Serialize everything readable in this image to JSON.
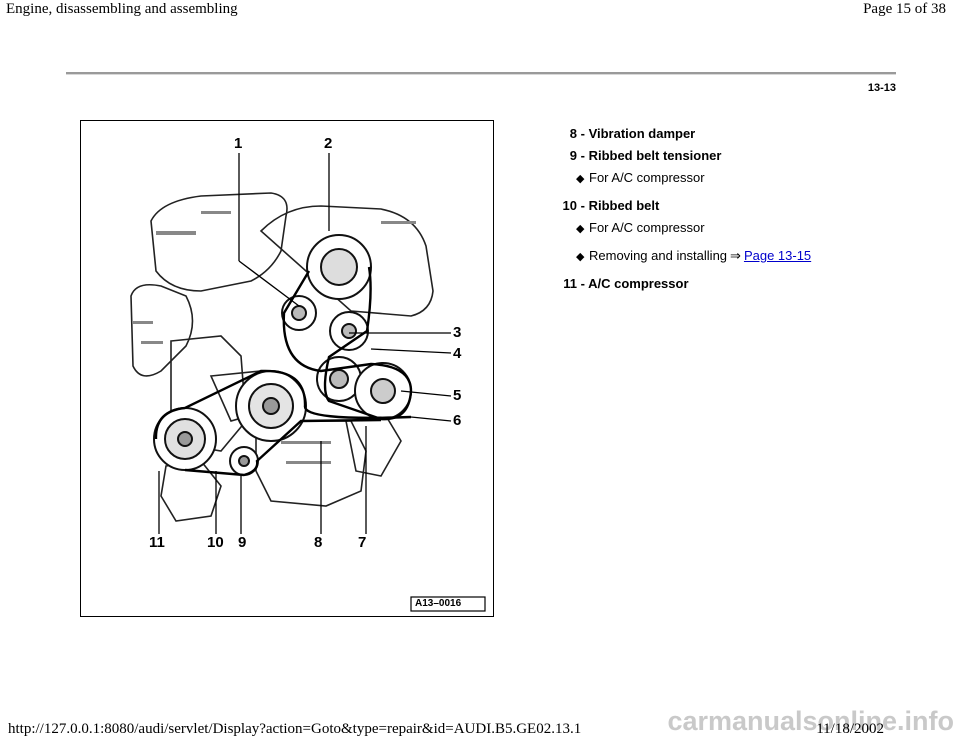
{
  "header": {
    "title": "Engine, disassembling and assembling",
    "page": "Page 15 of 38"
  },
  "section_number": "13-13",
  "figure": {
    "callouts": [
      "1",
      "2",
      "3",
      "4",
      "5",
      "6",
      "7",
      "8",
      "9",
      "10",
      "11"
    ],
    "ref_code": "A13–0016"
  },
  "items": {
    "i8": {
      "num": "8",
      "text": "- Vibration damper"
    },
    "i9": {
      "num": "9",
      "text": "- Ribbed belt tensioner",
      "sub1": "For A/C compressor"
    },
    "i10": {
      "num": "10",
      "text": "- Ribbed belt",
      "sub1": "For A/C compressor",
      "sub2_text": "Removing and installing",
      "sub2_arrow": "⇒",
      "sub2_link": "Page 13-15"
    },
    "i11": {
      "num": "11",
      "text": "- A/C compressor"
    }
  },
  "footer": {
    "url": "http://127.0.0.1:8080/audi/servlet/Display?action=Goto&type=repair&id=AUDI.B5.GE02.13.1",
    "date": "11/18/2002"
  },
  "watermark": "carmanualsonline.info"
}
